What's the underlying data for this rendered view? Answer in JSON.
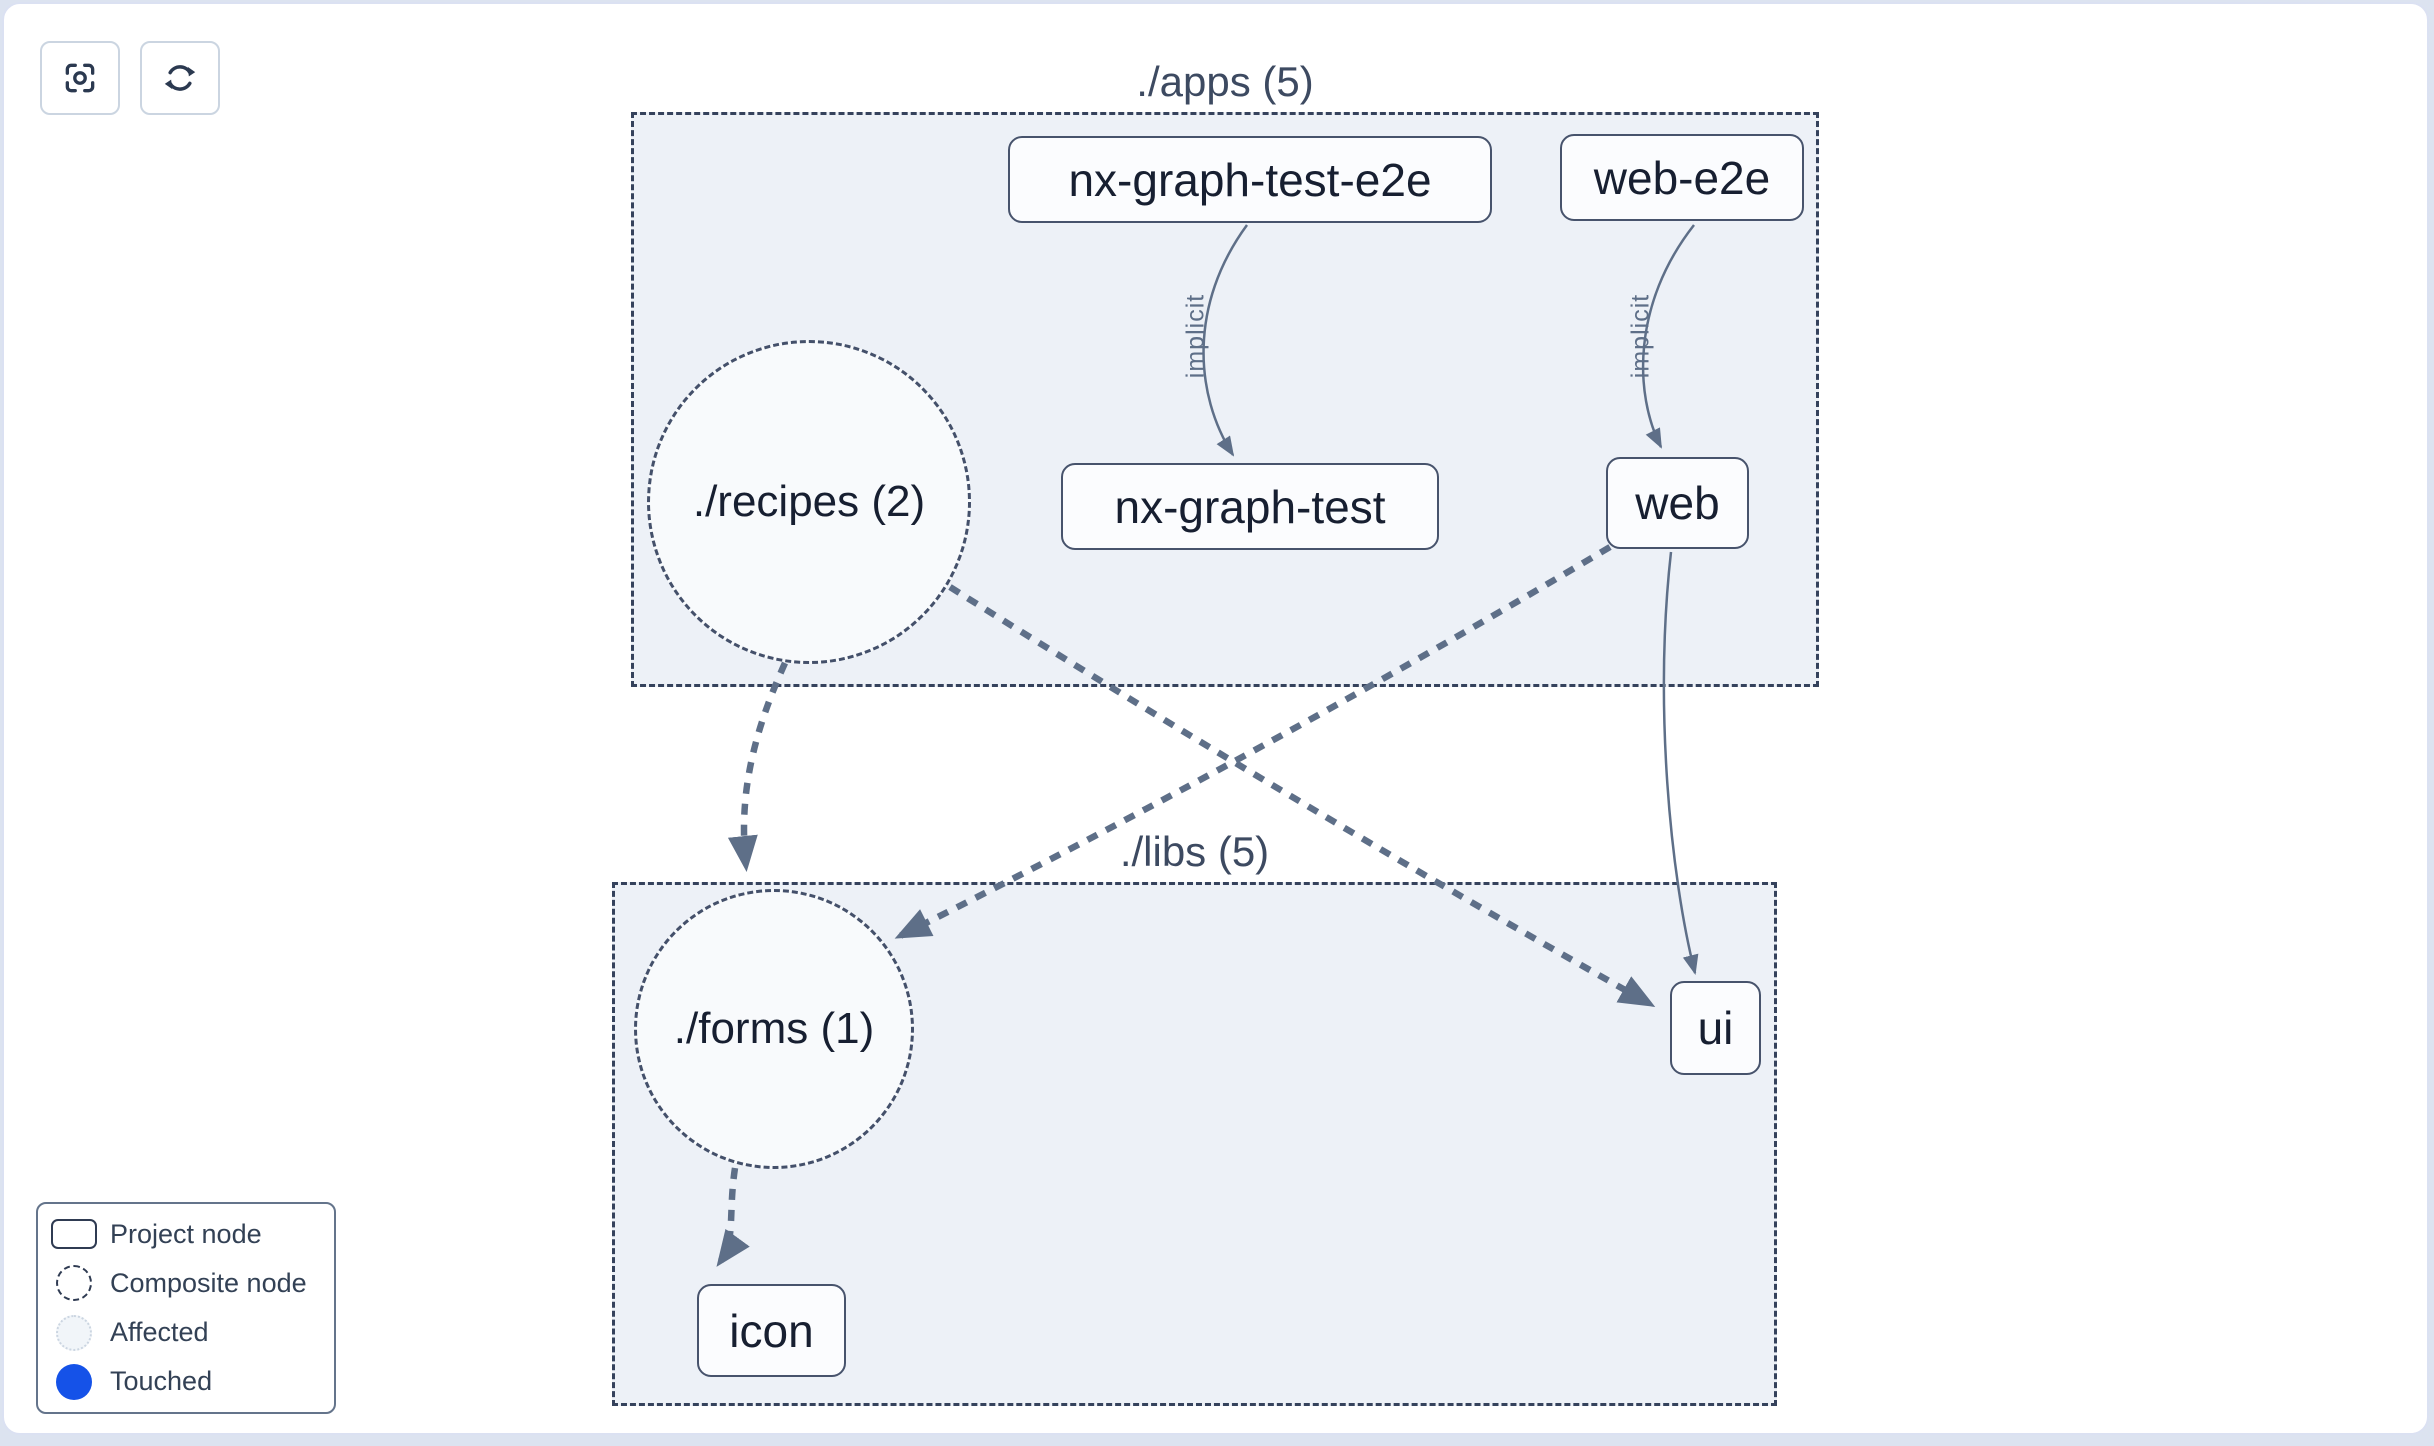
{
  "toolbar": {
    "focus_button": "focus-view",
    "refresh_button": "refresh-graph"
  },
  "groups": {
    "apps": {
      "label": "./apps (5)",
      "count": 5
    },
    "libs": {
      "label": "./libs (5)",
      "count": 5
    }
  },
  "nodes": {
    "nx_graph_test_e2e": {
      "label": "nx-graph-test-e2e",
      "type": "project",
      "group": "apps"
    },
    "web_e2e": {
      "label": "web-e2e",
      "type": "project",
      "group": "apps"
    },
    "recipes": {
      "label": "./recipes (2)",
      "type": "composite",
      "group": "apps",
      "count": 2
    },
    "nx_graph_test": {
      "label": "nx-graph-test",
      "type": "project",
      "group": "apps"
    },
    "web": {
      "label": "web",
      "type": "project",
      "group": "apps"
    },
    "forms": {
      "label": "./forms (1)",
      "type": "composite",
      "group": "libs",
      "count": 1
    },
    "ui": {
      "label": "ui",
      "type": "project",
      "group": "libs"
    },
    "icon": {
      "label": "icon",
      "type": "project",
      "group": "libs"
    }
  },
  "edges": {
    "implicit_label": "implicit",
    "list": [
      {
        "from": "nx-graph-test-e2e",
        "to": "nx-graph-test",
        "kind": "implicit"
      },
      {
        "from": "web-e2e",
        "to": "web",
        "kind": "implicit"
      },
      {
        "from": "web",
        "to": "ui",
        "kind": "direct"
      },
      {
        "from": "./recipes (2)",
        "to": "./forms (1)",
        "kind": "composite-dashed"
      },
      {
        "from": "./recipes (2)",
        "to": "ui",
        "kind": "composite-dashed"
      },
      {
        "from": "web",
        "to": "./forms (1)",
        "kind": "composite-dashed"
      },
      {
        "from": "./forms (1)",
        "to": "icon",
        "kind": "composite-dashed"
      }
    ]
  },
  "legend": {
    "items": [
      {
        "label": "Project node",
        "type": "project"
      },
      {
        "label": "Composite node",
        "type": "composite"
      },
      {
        "label": "Affected",
        "type": "affected"
      },
      {
        "label": "Touched",
        "type": "touched"
      }
    ]
  },
  "colors": {
    "touched_blue": "#1552e8",
    "affected_fill": "#f1f5f9",
    "edge_gray": "#5e6f88",
    "node_border": "#47536c",
    "group_fill": "#edf1f7",
    "card_border": "#dbe1f2"
  }
}
